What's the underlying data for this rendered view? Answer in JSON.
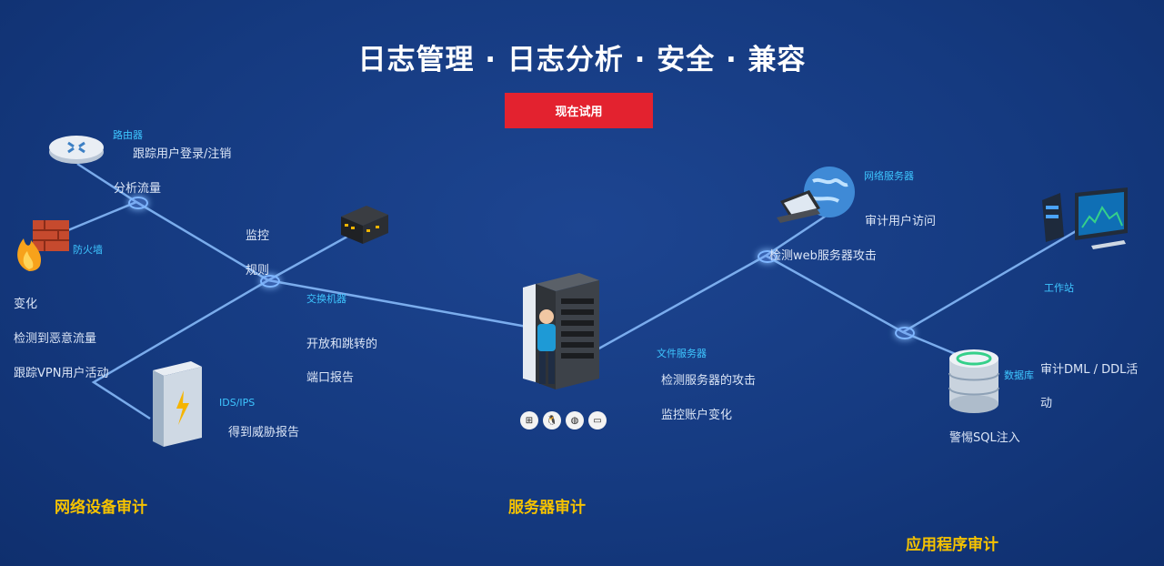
{
  "title": "日志管理 · 日志分析 · 安全 · 兼容",
  "cta_label": "现在试用",
  "nodes": {
    "router": {
      "tag": "路由器",
      "labels": [
        "跟踪用户登录/注销",
        "分析流量"
      ]
    },
    "firewall": {
      "tag": "防火墙",
      "labels": [
        "变化",
        "检测到恶意流量",
        "跟踪VPN用户活动"
      ]
    },
    "switch_mid": {
      "labels": [
        "监控",
        "规则"
      ]
    },
    "switch": {
      "tag": "交换机器",
      "labels": [
        "开放和跳转的",
        "端口报告"
      ]
    },
    "ids": {
      "tag": "IDS/IPS",
      "labels": [
        "得到威胁报告"
      ]
    },
    "web_server": {
      "tag": "网络服务器",
      "labels": [
        "审计用户访问",
        "检测web服务器攻击"
      ]
    },
    "file_server": {
      "tag": "文件服务器",
      "labels": [
        "检测服务器的攻击",
        "监控账户变化"
      ]
    },
    "workstation": {
      "tag": "工作站"
    },
    "database": {
      "tag": "数据库",
      "labels": [
        "审计DML / DDL活",
        "动",
        "警惕SQL注入"
      ]
    }
  },
  "sections": [
    "网络设备审计",
    "服务器审计",
    "应用程序审计"
  ],
  "colors": {
    "background": "#153a80",
    "cta": "#e3222f",
    "section": "#f5c200",
    "tag": "#3ec6ff",
    "line": "#8cc0ff"
  }
}
